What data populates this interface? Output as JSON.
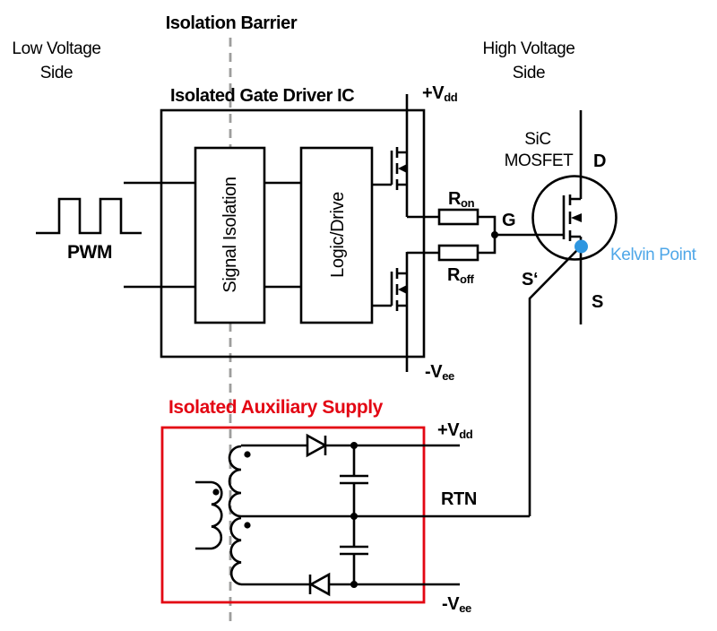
{
  "diagram": {
    "title_top": "Isolation Barrier",
    "regions": {
      "low_voltage": {
        "line1": "Low Voltage",
        "line2": "Side"
      },
      "high_voltage": {
        "line1": "High Voltage",
        "line2": "Side"
      }
    },
    "gate_driver": {
      "title": "Isolated Gate Driver IC",
      "blocks": {
        "signal_isolation": "Signal Isolation",
        "logic_drive": "Logic/Drive"
      },
      "input_label": "PWM",
      "rails": {
        "vdd_main": "+V",
        "vdd_sub": "dd",
        "vee_main": "-V",
        "vee_sub": "ee"
      },
      "resistors": {
        "r_on_main": "R",
        "r_on_sub": "on",
        "r_off_main": "R",
        "r_off_sub": "off"
      }
    },
    "mosfet": {
      "name_line1": "SiC",
      "name_line2": "MOSFET",
      "pins": {
        "gate": "G",
        "drain": "D",
        "source": "S",
        "kelvin_source": "S‘"
      },
      "kelvin_label": "Kelvin Point"
    },
    "aux_supply": {
      "title": "Isolated Auxiliary Supply",
      "outputs": {
        "vdd_main": "+V",
        "vdd_sub": "dd",
        "rtn": "RTN",
        "vee_main": "-V",
        "vee_sub": "ee"
      }
    },
    "colors": {
      "red": "#e30613",
      "blue_text": "#4fa7e8",
      "blue_dot": "#2e96e0",
      "gray_dashed": "#9d9d9c",
      "black": "#000000"
    }
  }
}
